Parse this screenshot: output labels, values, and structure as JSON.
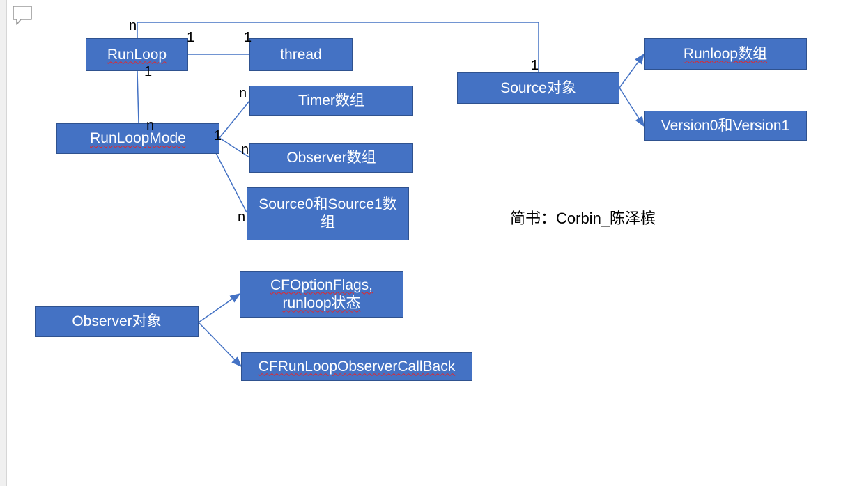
{
  "nodes": {
    "runloop": "RunLoop",
    "thread": "thread",
    "runloop_mode": "RunLoopMode",
    "timer_array": "Timer数组",
    "observer_array": "Observer数组",
    "source_array": "Source0和Source1数组",
    "source_object": "Source对象",
    "runloop_array": "Runloop数组",
    "version": "Version0和Version1",
    "observer_object": "Observer对象",
    "cf_option_flags_line1": "CFOptionFlags,",
    "cf_option_flags_line2": "runloop状态",
    "callback": "CFRunLoopObserverCallBack"
  },
  "multiplicities": {
    "runloop_source_n": "n",
    "runloop_thread_1a": "1",
    "runloop_thread_1b": "1",
    "runloop_mode_1": "1",
    "mode_runloop_n": "n",
    "source_runloop_1": "1",
    "mode_side_1": "1",
    "timer_n": "n",
    "observer_n": "n",
    "source_n": "n"
  },
  "credit": "简书：Corbin_陈泽槟",
  "colors": {
    "box_fill": "#4472c4",
    "box_border": "#2f528f",
    "connector": "#4472c4",
    "spellcheck_underline": "#e0282e"
  },
  "icons": {
    "comment": "comment-bubble-icon"
  }
}
